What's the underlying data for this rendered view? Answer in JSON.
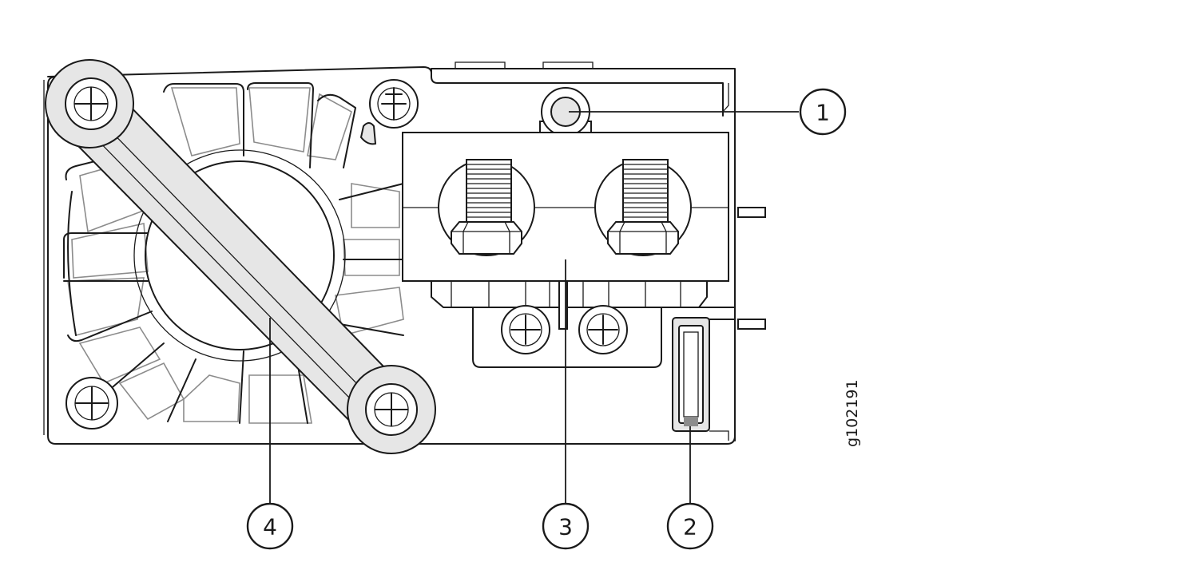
{
  "figure_id": "g102191",
  "callouts": [
    {
      "id": "1",
      "label": "1"
    },
    {
      "id": "2",
      "label": "2"
    },
    {
      "id": "3",
      "label": "3"
    },
    {
      "id": "4",
      "label": "4"
    }
  ],
  "colors": {
    "line": "#1a1a1a",
    "handle_fill": "#e6e6e6",
    "fan_blade": "#8c8c8c",
    "background": "#ffffff"
  }
}
